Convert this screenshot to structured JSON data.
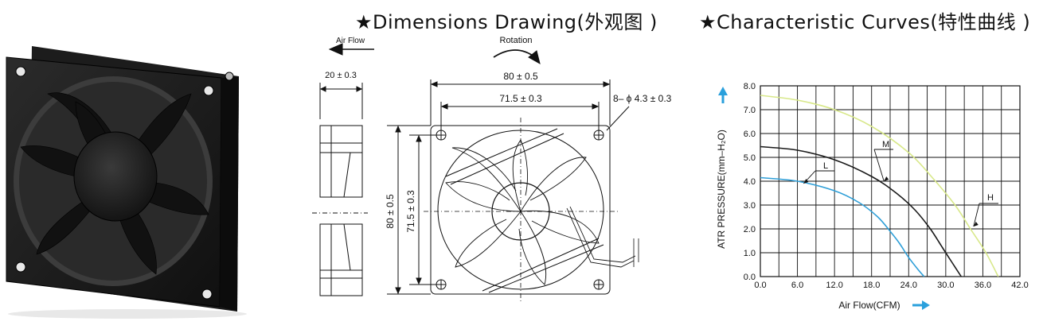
{
  "headings": {
    "dimensions": "★Dimensions Drawing(外观图 )",
    "curves": "★Characteristic Curves(特性曲线 )"
  },
  "drawing": {
    "air_flow_label": "Air Flow",
    "rotation_label": "Rotation",
    "depth": "20 ± 0.3",
    "width_outer": "80 ± 0.5",
    "width_inner": "71.5 ± 0.3",
    "holes": "8– ϕ 4.3 ± 0.3",
    "height_outer": "80 ± 0.5",
    "height_inner": "71.5 ± 0.3"
  },
  "chart_data": {
    "type": "line",
    "xlabel": "Air Flow(CFM)",
    "ylabel": "ATR PRESSURE(mm–H₂O)",
    "xlim": [
      0,
      42
    ],
    "ylim": [
      0,
      8
    ],
    "x_ticks": [
      "0.0",
      "6.0",
      "12.0",
      "18.0",
      "24.0",
      "30.0",
      "36.0",
      "42.0"
    ],
    "y_ticks": [
      "0.0",
      "1.0",
      "2.0",
      "3.0",
      "4.0",
      "5.0",
      "6.0",
      "7.0",
      "8.0"
    ],
    "grid": true,
    "series": [
      {
        "name": "H",
        "color": "#d8e88a",
        "x": [
          0,
          6,
          12,
          18,
          24,
          28,
          31.5,
          34,
          36.5,
          38.5
        ],
        "y": [
          7.6,
          7.4,
          7.0,
          6.3,
          5.2,
          4.1,
          3.0,
          2.0,
          1.0,
          0
        ]
      },
      {
        "name": "M",
        "color": "#1a1a1a",
        "x": [
          0,
          6,
          12,
          18,
          22,
          25,
          27.5,
          29.5,
          31,
          32.5
        ],
        "y": [
          5.45,
          5.3,
          4.9,
          4.2,
          3.5,
          2.8,
          2.0,
          1.2,
          0.6,
          0
        ]
      },
      {
        "name": "L",
        "color": "#2f9fd8",
        "x": [
          0,
          6,
          12,
          16,
          19,
          21,
          22.5,
          24,
          25.5,
          26.5
        ],
        "y": [
          4.15,
          4.0,
          3.6,
          3.1,
          2.5,
          1.9,
          1.4,
          0.8,
          0.3,
          0
        ]
      }
    ]
  }
}
